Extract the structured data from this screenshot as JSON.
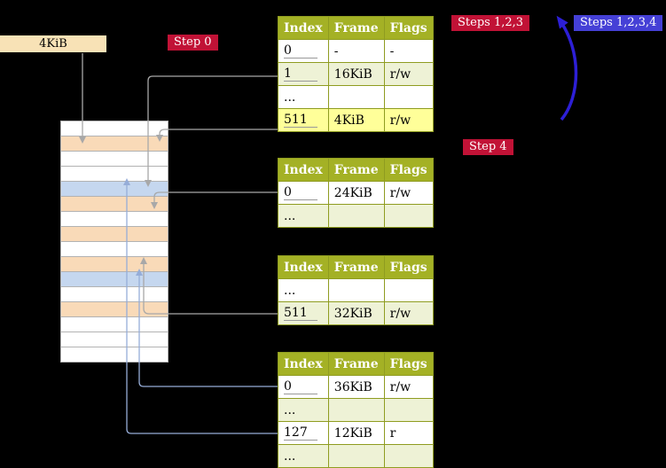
{
  "colors": {
    "crimson": "#c11236",
    "indigo": "#4540d6",
    "olive": "#a4b125",
    "grid": "#8f9c20",
    "alt_row": "#eef2d6",
    "highlight": "#ffff99",
    "beige": "#f8e2b6",
    "peach": "#f9dab8",
    "light_blue": "#c5d7ef",
    "gray_arrow": "#a8a8a8",
    "blue_arrow": "#96add8",
    "big_arrow": "#2d1fd6"
  },
  "labels": {
    "size_box": "4KiB",
    "step0": "Step 0",
    "steps123": "Steps 1,2,3",
    "steps1234": "Steps 1,2,3,4",
    "step4": "Step 4"
  },
  "tables": [
    {
      "headers": [
        "Index",
        "Frame",
        "Flags"
      ],
      "rows": [
        {
          "index": "0",
          "frame": "-",
          "flags": "-",
          "variant": "plain"
        },
        {
          "index": "1",
          "frame": "16KiB",
          "flags": "r/w",
          "variant": "alt"
        },
        {
          "index": "...",
          "frame": "",
          "flags": "",
          "variant": "plain"
        },
        {
          "index": "511",
          "frame": "4KiB",
          "flags": "r/w",
          "variant": "highlight"
        }
      ]
    },
    {
      "headers": [
        "Index",
        "Frame",
        "Flags"
      ],
      "rows": [
        {
          "index": "0",
          "frame": "24KiB",
          "flags": "r/w",
          "variant": "plain"
        },
        {
          "index": "...",
          "frame": "",
          "flags": "",
          "variant": "alt"
        }
      ]
    },
    {
      "headers": [
        "Index",
        "Frame",
        "Flags"
      ],
      "rows": [
        {
          "index": "...",
          "frame": "",
          "flags": "",
          "variant": "plain"
        },
        {
          "index": "511",
          "frame": "32KiB",
          "flags": "r/w",
          "variant": "alt"
        }
      ]
    },
    {
      "headers": [
        "Index",
        "Frame",
        "Flags"
      ],
      "rows": [
        {
          "index": "0",
          "frame": "36KiB",
          "flags": "r/w",
          "variant": "plain"
        },
        {
          "index": "...",
          "frame": "",
          "flags": "",
          "variant": "alt"
        },
        {
          "index": "127",
          "frame": "12KiB",
          "flags": "r",
          "variant": "plain"
        },
        {
          "index": "...",
          "frame": "",
          "flags": "",
          "variant": "alt"
        }
      ]
    }
  ],
  "memory": {
    "rows": [
      {
        "variant": "white"
      },
      {
        "variant": "peach"
      },
      {
        "variant": "white"
      },
      {
        "variant": "white"
      },
      {
        "variant": "blue"
      },
      {
        "variant": "peach"
      },
      {
        "variant": "white"
      },
      {
        "variant": "peach"
      },
      {
        "variant": "white"
      },
      {
        "variant": "peach"
      },
      {
        "variant": "blue"
      },
      {
        "variant": "white"
      },
      {
        "variant": "peach"
      },
      {
        "variant": "white"
      },
      {
        "variant": "white"
      },
      {
        "variant": "white"
      }
    ]
  }
}
